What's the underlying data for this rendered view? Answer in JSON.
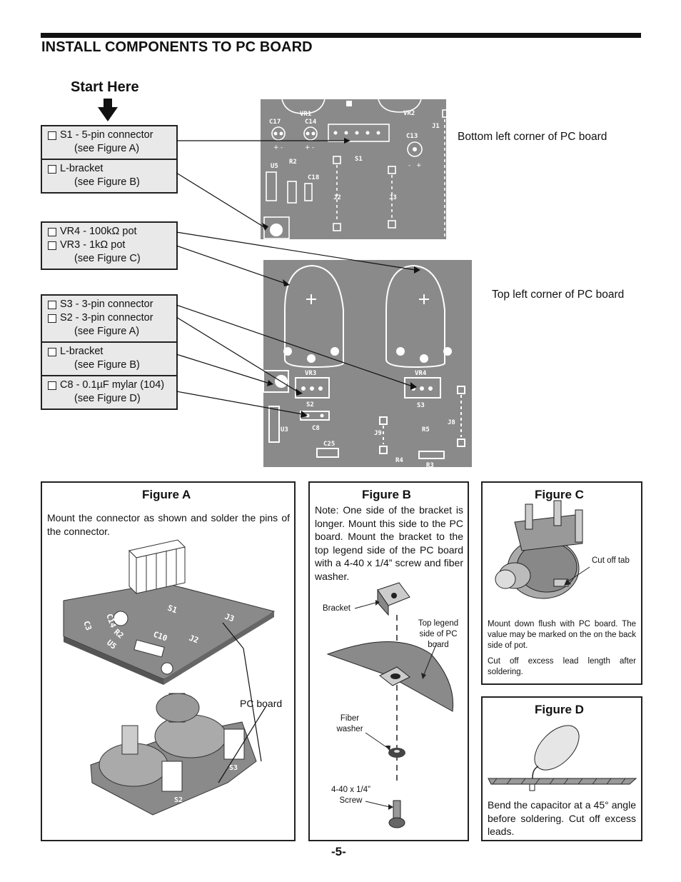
{
  "header": {
    "title": "INSTALL COMPONENTS TO PC BOARD",
    "start": "Start Here",
    "page": "-5-"
  },
  "groups": [
    {
      "rows": [
        {
          "lines": [
            "S1 - 5-pin connector"
          ],
          "sub": "(see Figure A)"
        },
        {
          "lines": [
            "L-bracket"
          ],
          "sub": "(see Figure B)"
        }
      ]
    },
    {
      "rows": [
        {
          "lines": [
            "VR4 - 100kΩ pot",
            "VR3 - 1kΩ pot"
          ],
          "sub": "(see Figure C)"
        }
      ]
    },
    {
      "rows": [
        {
          "lines": [
            "S3 - 3-pin connector",
            "S2 - 3-pin connector"
          ],
          "sub": "(see Figure A)"
        },
        {
          "lines": [
            "L-bracket"
          ],
          "sub": "(see Figure B)"
        },
        {
          "lines": [
            "C8 - 0.1µF mylar (104)"
          ],
          "sub": "(see Figure D)"
        }
      ]
    }
  ],
  "captions": {
    "bottom_left": "Bottom left corner of PC board",
    "top_left": "Top left corner of PC board"
  },
  "pcb_labels": {
    "board1": [
      "C17",
      "VR1",
      "C14",
      "VR2",
      "C13",
      "S1",
      "R2",
      "U5",
      "C18",
      "J2",
      "J3",
      "J1"
    ],
    "board2": [
      "VR3",
      "VR4",
      "S2",
      "S3",
      "C8",
      "U3",
      "C25",
      "J9",
      "R5",
      "J8",
      "R4",
      "R3"
    ]
  },
  "figA": {
    "title": "Figure A",
    "text": "Mount the connector as shown and solder the pins of the connector.",
    "label": "PC board",
    "silk": [
      "S1",
      "J3",
      "J2",
      "C14",
      "C3",
      "R2",
      "C10",
      "U5",
      "S2",
      "S3"
    ]
  },
  "figB": {
    "title": "Figure B",
    "text": "Note: One side of the bracket is longer. Mount this side to the PC board. Mount the bracket to the top legend side of the PC board with a 4-40 x 1/4” screw and fiber washer.",
    "labels": {
      "bracket": "Bracket",
      "legend": "Top legend side of PC board",
      "washer": "Fiber washer",
      "screw": "4-40 x 1/4” Screw"
    }
  },
  "figC": {
    "title": "Figure C",
    "cut": "Cut off tab",
    "text1": "Mount down flush with PC board. The value may be marked on the on the back side of pot.",
    "text2": "Cut off excess lead length after soldering."
  },
  "figD": {
    "title": "Figure D",
    "text": "Bend the capacitor at a 45° angle before soldering. Cut off excess leads."
  }
}
